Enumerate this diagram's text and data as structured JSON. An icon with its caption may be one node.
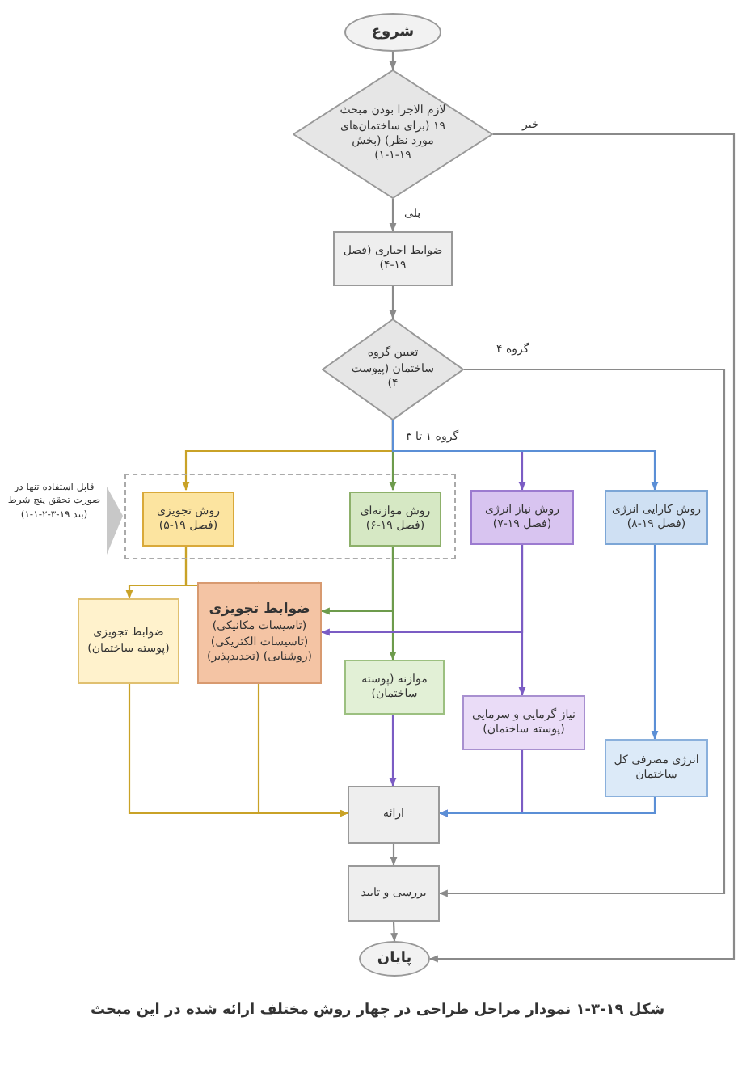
{
  "diagram": {
    "caption": "شکل ۱۹-۳-۱ نمودار مراحل طراحی در چهار روش مختلف ارائه شده در این مبحث",
    "nodes": [
      {
        "text": [
          "شروع"
        ]
      },
      {
        "text": [
          "لازم الاجرا بودن مبحث ۱۹ (برای ساختمان‌های مورد نظر) (بخش ۱۹-۱-۱)"
        ]
      },
      {
        "text": [
          "ضوابط اجباری (فصل ۱۹-۴)"
        ]
      },
      {
        "text": [
          "تعیین گروه ساختمان (پیوست ۴)"
        ]
      },
      {
        "text": [
          "قابل استفاده تنها در صورت تحقق پنج شرط (بند ۱۹-۳-۲-۱-۱)"
        ]
      },
      {
        "text": [
          "روش تجویزی (فصل ۱۹-۵)"
        ],
        "in": 4
      },
      {
        "text": [
          "روش موازنه‌ای (فصل ۱۹-۶)"
        ],
        "in": 4
      },
      {
        "text": [
          "روش نیاز انرژی (فصل ۱۹-۷)"
        ]
      },
      {
        "text": [
          "روش کارایی انرژی (فصل ۱۹-۸)"
        ]
      },
      {
        "text": [
          "ضوابط تجویزی (پوسته ساختمان)"
        ]
      },
      {
        "text": [
          "ضوابط تجویزی",
          "(تاسیسات مکانیکی) (تاسیسات الکتریکی) (روشنایی) (تجدیدپذیر)"
        ]
      },
      {
        "text": [
          "موازنه (پوسته ساختمان)"
        ]
      },
      {
        "text": [
          "نیاز گرمایی و سرمایی (پوسته ساختمان)"
        ]
      },
      {
        "text": [
          "انرژی مصرفی کل ساختمان"
        ]
      },
      {
        "text": [
          "ارائه"
        ]
      },
      {
        "text": [
          "بررسی و تایید"
        ]
      },
      {
        "text": [
          "پایان"
        ]
      }
    ],
    "edges": [
      {
        "from": 0,
        "to": 1,
        "arrow": "to",
        "color": "#8a8a8a"
      },
      {
        "from": 1,
        "to": 2,
        "arrow": "to",
        "label": "بلی",
        "color": "#8a8a8a"
      },
      {
        "from": 1,
        "to": 16,
        "arrow": "to",
        "label": "خیر",
        "color": "#8a8a8a"
      },
      {
        "from": 2,
        "to": 3,
        "arrow": "to",
        "color": "#8a8a8a"
      },
      {
        "from": 3,
        "to": 15,
        "arrow": "to",
        "label": "گروه ۴",
        "color": "#8a8a8a"
      },
      {
        "from": 3,
        "to": 5,
        "arrow": "to",
        "color": "#c9a227"
      },
      {
        "from": 3,
        "to": 6,
        "arrow": "to",
        "label": "گروه ۱ تا ۳",
        "color": "#6d9b4c"
      },
      {
        "from": 3,
        "to": 7,
        "arrow": "to",
        "color": "#7b5cc4"
      },
      {
        "from": 3,
        "to": 8,
        "arrow": "to",
        "color": "#5b8fd6"
      },
      {
        "from": 5,
        "to": 9,
        "arrow": "to",
        "color": "#c9a227"
      },
      {
        "from": 5,
        "to": 10,
        "arrow": "to",
        "color": "#c9a227"
      },
      {
        "from": 6,
        "to": 10,
        "arrow": "to",
        "color": "#6d9b4c"
      },
      {
        "from": 6,
        "to": 11,
        "arrow": "to",
        "color": "#6d9b4c"
      },
      {
        "from": 7,
        "to": 10,
        "arrow": "to",
        "color": "#7b5cc4"
      },
      {
        "from": 7,
        "to": 12,
        "arrow": "to",
        "color": "#7b5cc4"
      },
      {
        "from": 8,
        "to": 13,
        "arrow": "to",
        "color": "#5b8fd6"
      },
      {
        "from": 9,
        "to": 14,
        "arrow": "to",
        "color": "#c9a227"
      },
      {
        "from": 10,
        "to": 14,
        "arrow": "to",
        "color": "#c9a227"
      },
      {
        "from": 11,
        "to": 14,
        "arrow": "to",
        "color": "#7b5cc4"
      },
      {
        "from": 12,
        "to": 14,
        "arrow": "to",
        "color": "#7b5cc4"
      },
      {
        "from": 13,
        "to": 14,
        "arrow": "to",
        "color": "#5b8fd6"
      },
      {
        "from": 14,
        "to": 15,
        "arrow": "to",
        "color": "#8a8a8a"
      },
      {
        "from": 15,
        "to": 16,
        "arrow": "to",
        "color": "#8a8a8a"
      }
    ]
  }
}
